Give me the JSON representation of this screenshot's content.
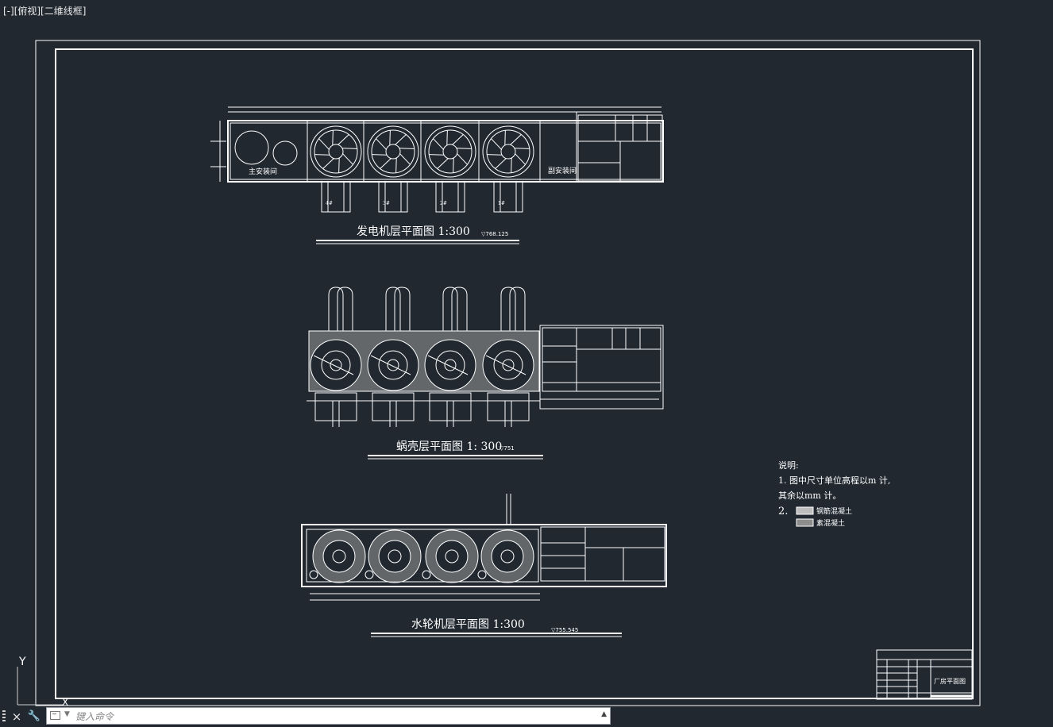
{
  "viewport": {
    "label": "[-][俯视][二维线框]"
  },
  "plans": {
    "generator": {
      "title": "发电机层平面图 1:300",
      "elevation": "▽768.125",
      "label_main_bay": "主安装间",
      "label_aux_bay": "副安装间",
      "units": [
        "4#",
        "3#",
        "2#",
        "1#"
      ]
    },
    "scroll": {
      "title": "蜗壳层平面图 1: 300",
      "elevation": "▽751"
    },
    "turbine": {
      "title": "水轮机层平面图 1:300",
      "elevation": "▽755.545"
    }
  },
  "notes": {
    "heading": "说明:",
    "line1": "1. 图中尺寸单位高程以m 计,",
    "line2": "其余以mm 计。",
    "line3_num": "2.",
    "legend": [
      {
        "label": "钢筋混凝土"
      },
      {
        "label": "素混凝土"
      }
    ]
  },
  "title_block": {
    "drawing_name": "厂房平面图"
  },
  "axis": {
    "y": "Y",
    "x": "X"
  },
  "command_line": {
    "placeholder": "键入命令",
    "close_icon": "×",
    "wrench_icon": "🔧",
    "history_icon": "▲"
  },
  "colors": {
    "background": "#212830",
    "lines": "#ffffff"
  }
}
